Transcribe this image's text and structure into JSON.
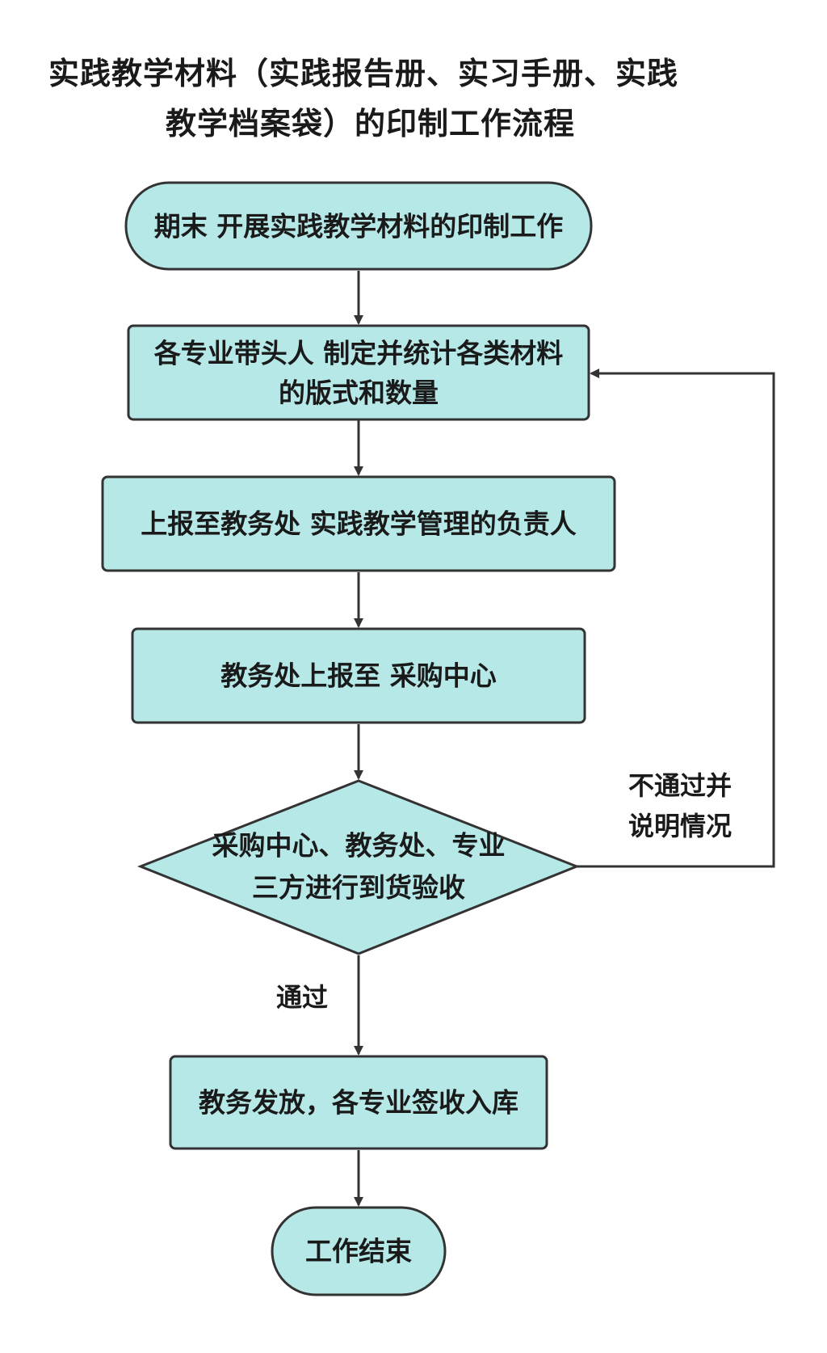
{
  "title": {
    "line1": "实践教学材料（实践报告册、实习手册、实践",
    "line2": "教学档案袋）的印制工作流程"
  },
  "nodes": {
    "start": "期末 开展实践教学材料的印制工作",
    "step1_line1": "各专业带头人 制定并统计各类材料",
    "step1_line2": "的版式和数量",
    "step2": "上报至教务处 实践教学管理的负责人",
    "step3": "教务处上报至 采购中心",
    "decision_line1": "采购中心、教务处、专业",
    "decision_line2": "三方进行到货验收",
    "step4": "教务发放，各专业签收入库",
    "end": "工作结束"
  },
  "edges": {
    "fail_line1": "不通过并",
    "fail_line2": "说明情况",
    "pass": "通过"
  },
  "colors": {
    "node_fill": "#b6e8e8",
    "stroke": "#333333"
  }
}
